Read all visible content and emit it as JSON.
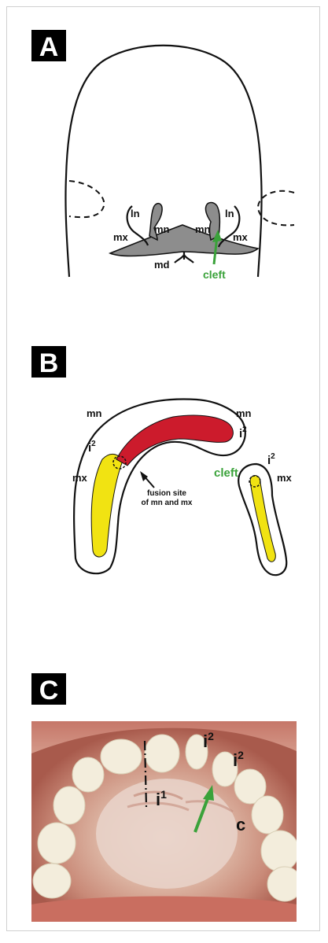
{
  "panels": {
    "a": {
      "letter": "A",
      "labels": {
        "ln_left": "ln",
        "ln_right": "ln",
        "mn_left": "mn",
        "mn_right": "mn",
        "mx_left": "mx",
        "mx_right": "mx",
        "md": "md",
        "cleft": "cleft"
      }
    },
    "b": {
      "letter": "B",
      "labels": {
        "mn_left": "mn",
        "mn_right": "mn",
        "i2_left": "i",
        "i2_mid": "i",
        "i2_right": "i",
        "sup2": "2",
        "mx_left": "mx",
        "mx_right": "mx",
        "cleft": "cleft",
        "fusion_line1": "fusion site",
        "fusion_line2": "of mn and mx"
      }
    },
    "c": {
      "letter": "C",
      "labels": {
        "i2_top": "i",
        "i2_right": "i",
        "i1": "i",
        "sup1": "1",
        "sup2": "2",
        "c": "c"
      }
    }
  },
  "colors": {
    "mandibular_red": "#cc1b2c",
    "maxillary_yellow": "#f1e312",
    "cleft_green": "#3aa23a",
    "palate_grey": "#8d8d8d"
  }
}
